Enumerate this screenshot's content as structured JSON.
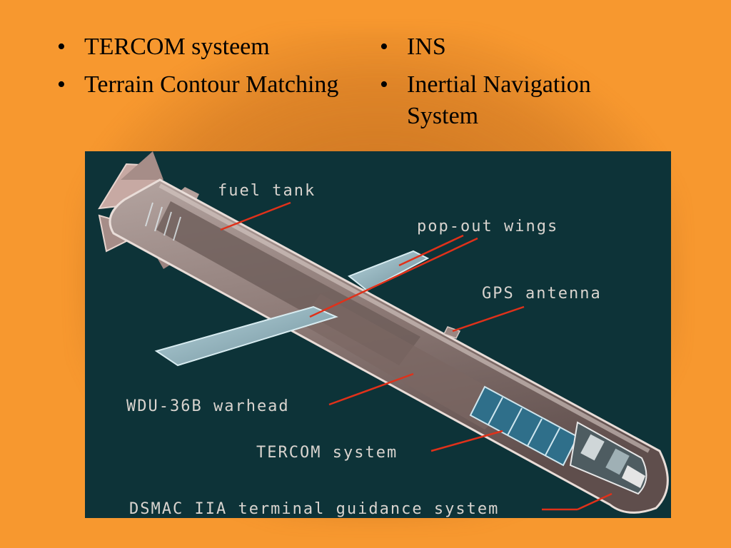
{
  "bullets": {
    "left": [
      "TERCOM systeem",
      "Terrain Contour Matching"
    ],
    "right": [
      "INS",
      "Inertial Navigation System"
    ]
  },
  "figure": {
    "labels": {
      "fuel_tank": "fuel tank",
      "popout_wings": "pop-out wings",
      "gps_antenna": "GPS antenna",
      "warhead": "WDU-36B warhead",
      "tercom": "TERCOM system",
      "dsmac": "DSMAC IIA terminal guidance system"
    },
    "colors": {
      "background": "#0d3338",
      "body": "#8b7874",
      "leader": "#e0311a",
      "label": "#d9d4cf"
    }
  }
}
